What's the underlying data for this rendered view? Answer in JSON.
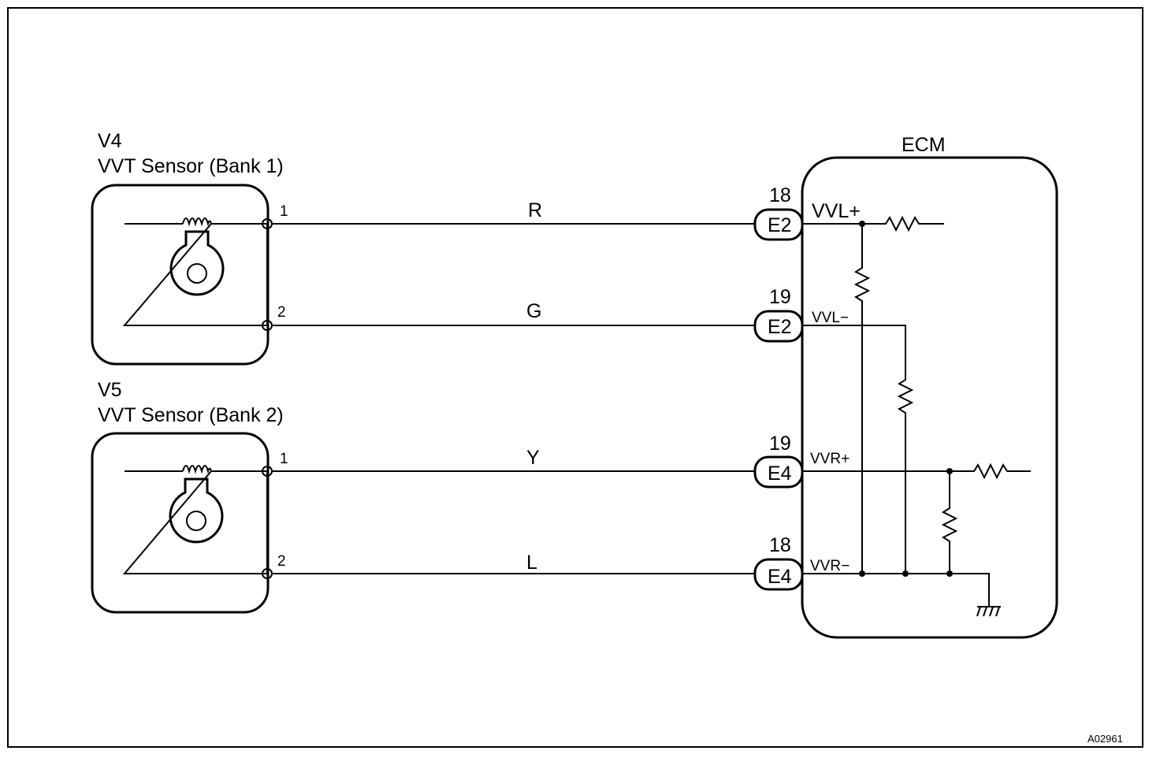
{
  "sensor_bank1": {
    "code": "V4",
    "name": "VVT Sensor (Bank 1)",
    "pin_plus": "1",
    "pin_minus": "2"
  },
  "sensor_bank2": {
    "code": "V5",
    "name": "VVT Sensor (Bank 2)",
    "pin_plus": "1",
    "pin_minus": "2"
  },
  "wires": {
    "w1": "R",
    "w2": "G",
    "w3": "Y",
    "w4": "L"
  },
  "ecm": {
    "title": "ECM",
    "pins": [
      {
        "number": "18",
        "connector": "E2",
        "signal": "VVL+"
      },
      {
        "number": "19",
        "connector": "E2",
        "signal": "VVL−"
      },
      {
        "number": "19",
        "connector": "E4",
        "signal": "VVR+"
      },
      {
        "number": "18",
        "connector": "E4",
        "signal": "VVR−"
      }
    ]
  },
  "figure_code": "A02961"
}
